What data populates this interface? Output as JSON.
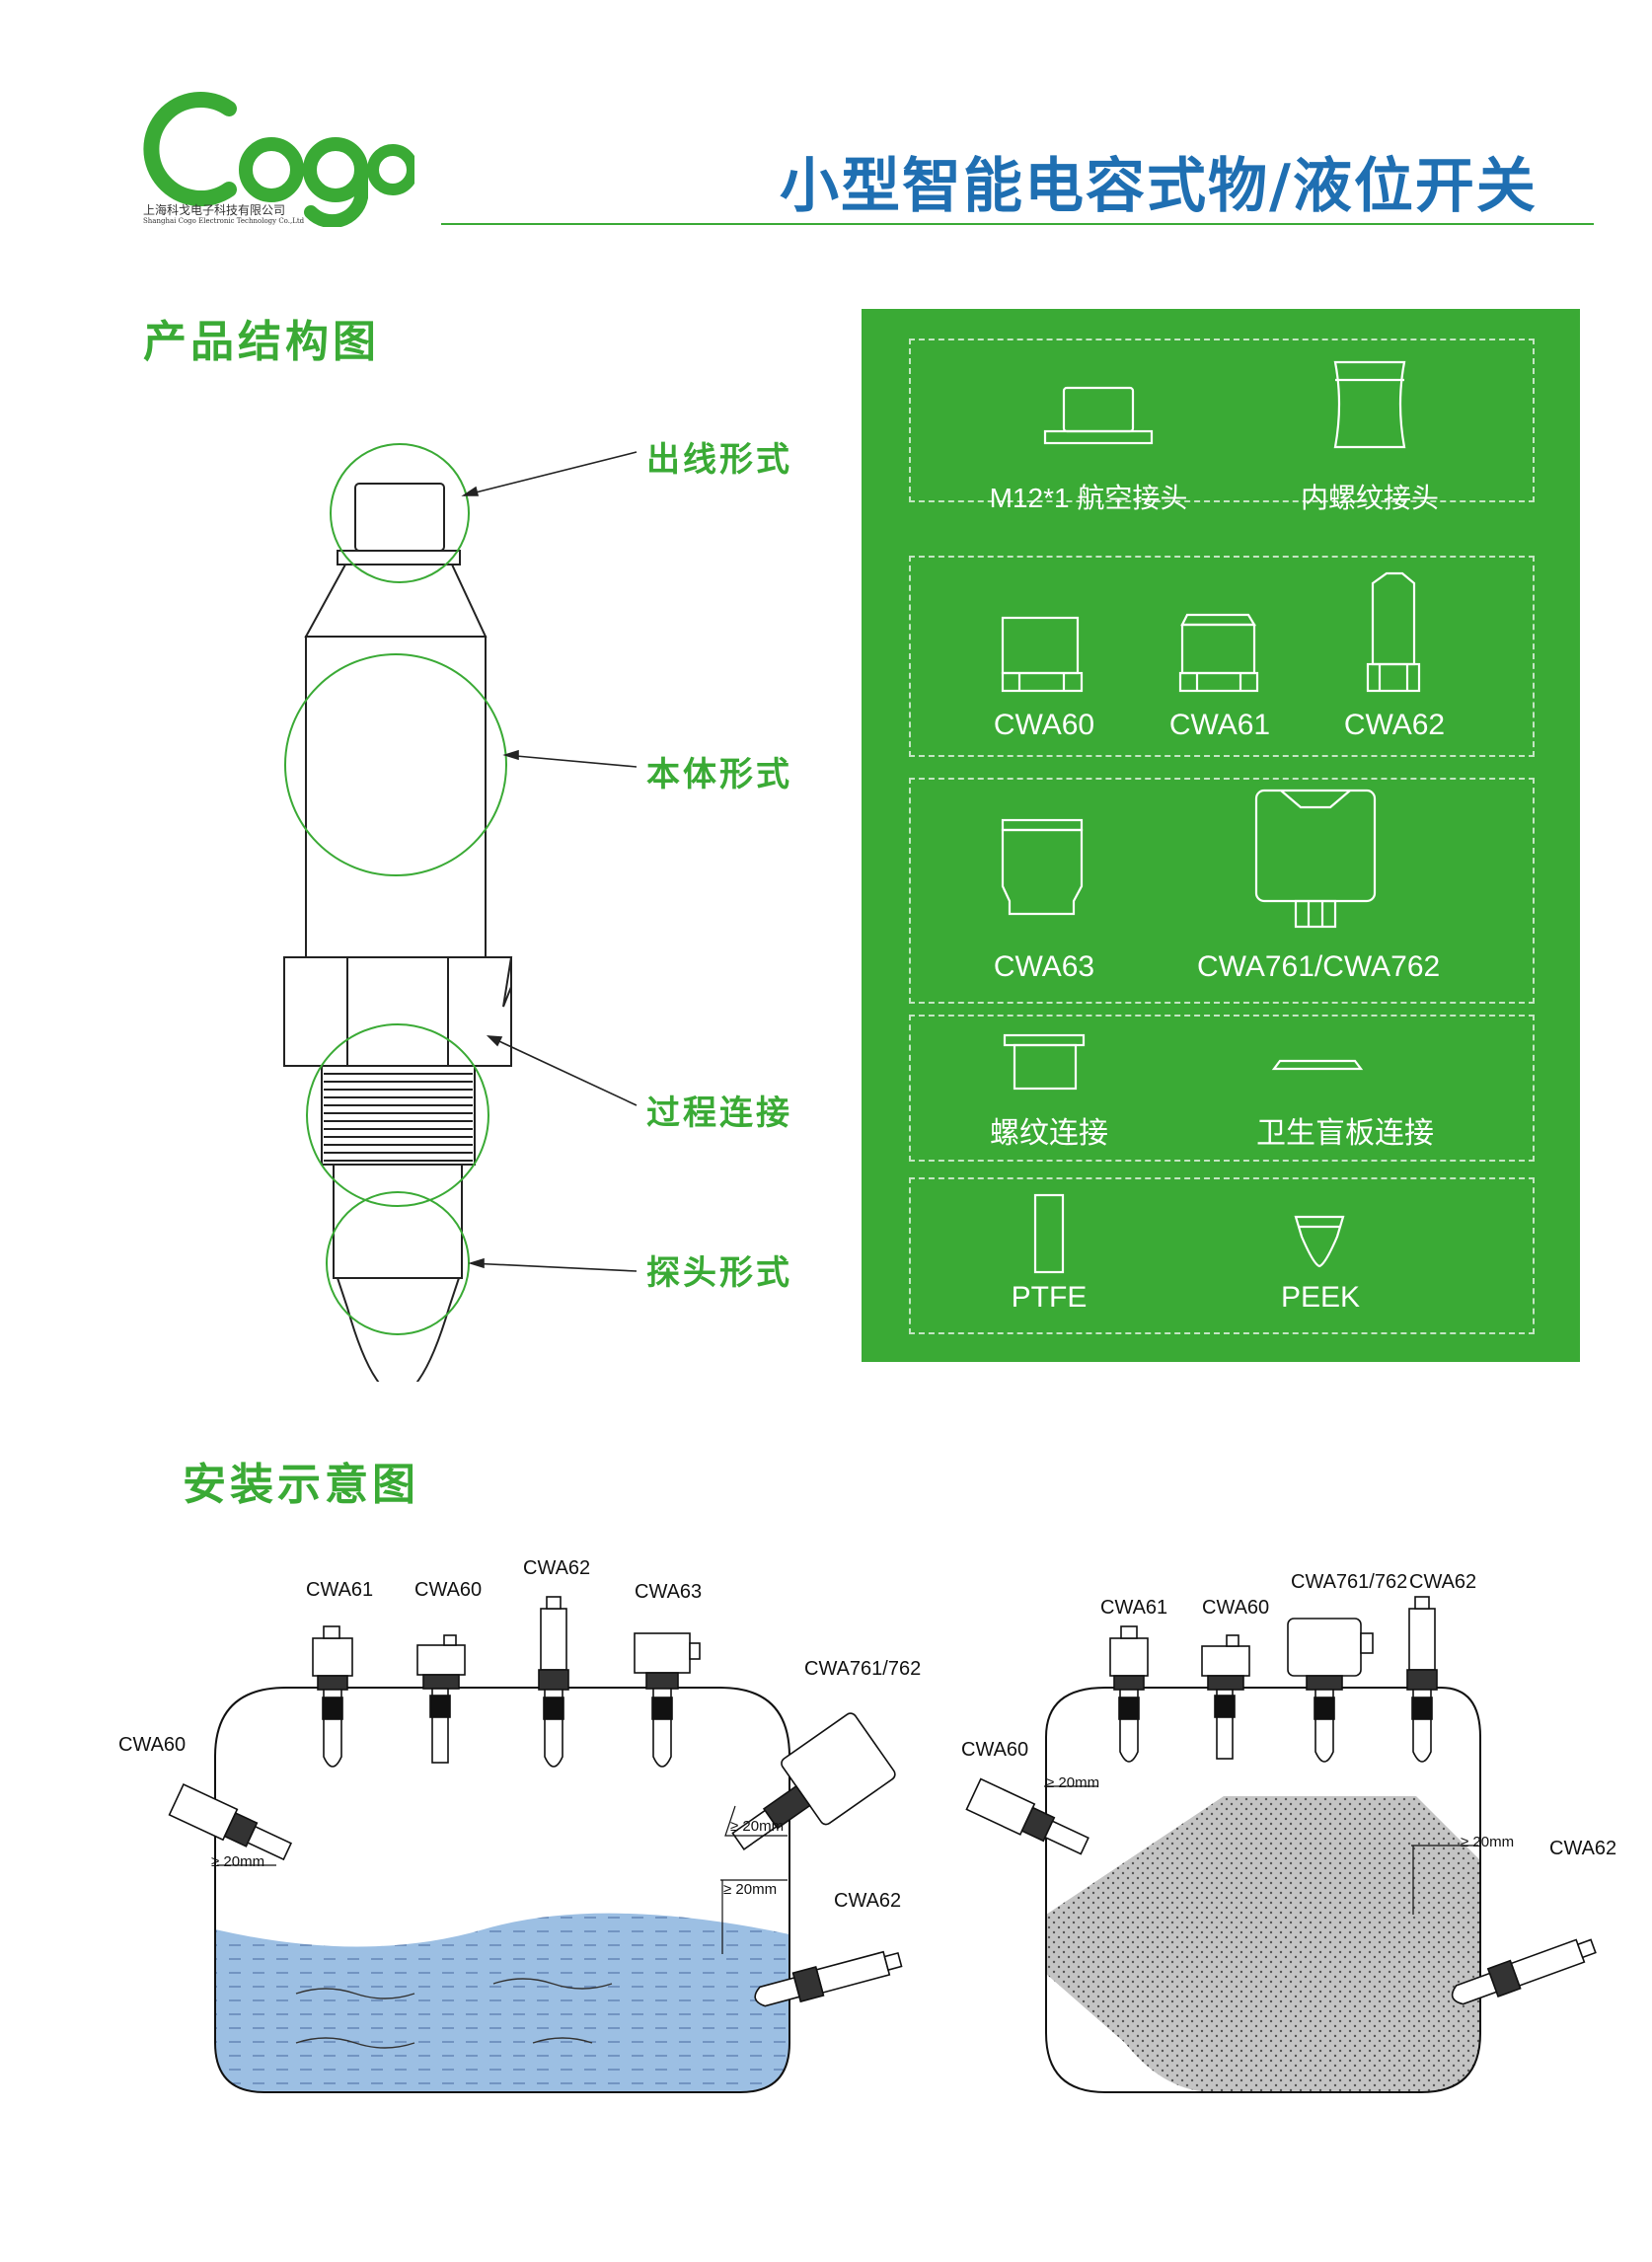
{
  "header": {
    "logo_text": "Cogo",
    "company_cn": "上海科戈电子科技有限公司",
    "company_en": "Shanghai Cogo Electronic Technology Co.,Ltd",
    "title": "小型智能电容式物/液位开关"
  },
  "structure": {
    "section_title": "产品结构图",
    "callouts": [
      "出线形式",
      "本体形式",
      "过程连接",
      "探头形式"
    ]
  },
  "options": {
    "outlet": [
      "M12*1 航空接头",
      "内螺纹接头"
    ],
    "body_a": [
      "CWA60",
      "CWA61",
      "CWA62"
    ],
    "body_b": [
      "CWA63",
      "CWA761/CWA762"
    ],
    "process": [
      "螺纹连接",
      "卫生盲板连接"
    ],
    "probe": [
      "PTFE",
      "PEEK"
    ]
  },
  "installation": {
    "section_title": "安装示意图",
    "left": {
      "labels": [
        "CWA61",
        "CWA60",
        "CWA62",
        "CWA63",
        "CWA761/762",
        "CWA60",
        "CWA62"
      ],
      "dims": [
        "≥ 20mm",
        "≥ 20mm",
        "≥ 20mm"
      ]
    },
    "right": {
      "labels": [
        "CWA61",
        "CWA60",
        "CWA761/762",
        "CWA62",
        "CWA60",
        "CWA62"
      ],
      "dims": [
        "≥ 20mm",
        "≥ 20mm"
      ]
    }
  },
  "colors": {
    "brand_green": "#3aaa35",
    "title_blue": "#1f6fb2",
    "liquid": "#9cbfe3",
    "solid": "#c4c4c4"
  }
}
